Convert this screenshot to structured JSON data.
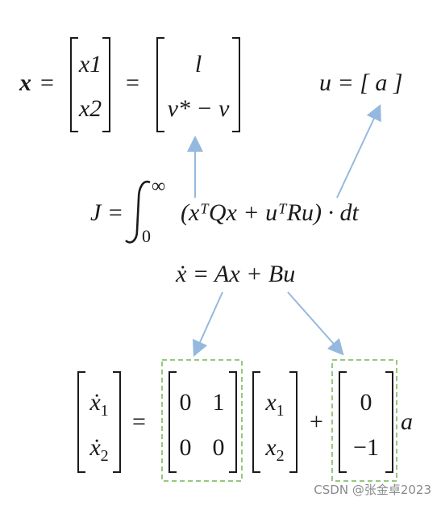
{
  "top": {
    "x_lhs": "x",
    "eq": "=",
    "vec1": [
      "x1",
      "x2"
    ],
    "vec2": [
      "l",
      "v* − v"
    ],
    "u_expr": "u = [ a ]"
  },
  "cost": {
    "J_left": "J =",
    "upper": "∞",
    "lower": "0",
    "integrand": "(xᵀQx + uᵀRu) · dt"
  },
  "state_eq": "ẋ = Ax + Bu",
  "bottom": {
    "xdot_vec": [
      "ẋ1",
      "ẋ2"
    ],
    "A_matrix": [
      [
        "0",
        "1"
      ],
      [
        "0",
        "0"
      ]
    ],
    "x_vec": [
      "x1",
      "x2"
    ],
    "B_vec": [
      "0",
      "−1"
    ],
    "plus": "+",
    "a_label": "a"
  },
  "colors": {
    "arrow": "#95b9de",
    "dashed_box": "#95c97a",
    "text": "#1a1a1a"
  },
  "watermark": "CSDN @张金卓2023"
}
